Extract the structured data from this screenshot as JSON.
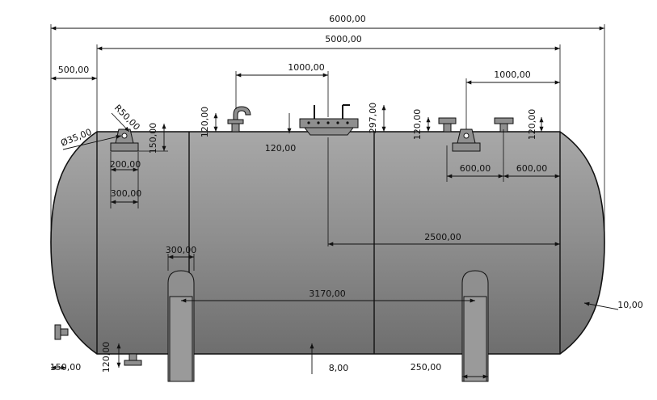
{
  "colors": {
    "tank_fill": "#8d8d8d",
    "tank_shade": "#6e6e6e",
    "tank_highlight": "#a8a8a8",
    "line": "#111111",
    "background": "#ffffff"
  },
  "dimensions": {
    "overall_length": "6000,00",
    "shell_length": "5000,00",
    "head_depth": "500,00",
    "nozzle_spacing_left": "1000,00",
    "nozzle_spacing_right": "1000,00",
    "lug_radius": "R50,00",
    "lug_hole": "Ø35,00",
    "lug_width_200": "200,00",
    "lug_width_300": "300,00",
    "lug_height_150": "150,00",
    "nozzle_height_1": "120,00",
    "nozzle_height_2": "120,00",
    "nozzle_height_3": "120,00",
    "manhole_neck": "120,00",
    "manhole_height": "297,00",
    "lug_spacing_600_a": "600,00",
    "lug_spacing_600_b": "600,00",
    "center_to_shell_end": "2500,00",
    "saddle_width": "300,00",
    "saddle_spacing": "3170,00",
    "head_thickness": "10,00",
    "drain_offset": "150,00",
    "drain_height": "120,00",
    "shell_thickness": "8,00",
    "saddle_base": "250,00"
  }
}
